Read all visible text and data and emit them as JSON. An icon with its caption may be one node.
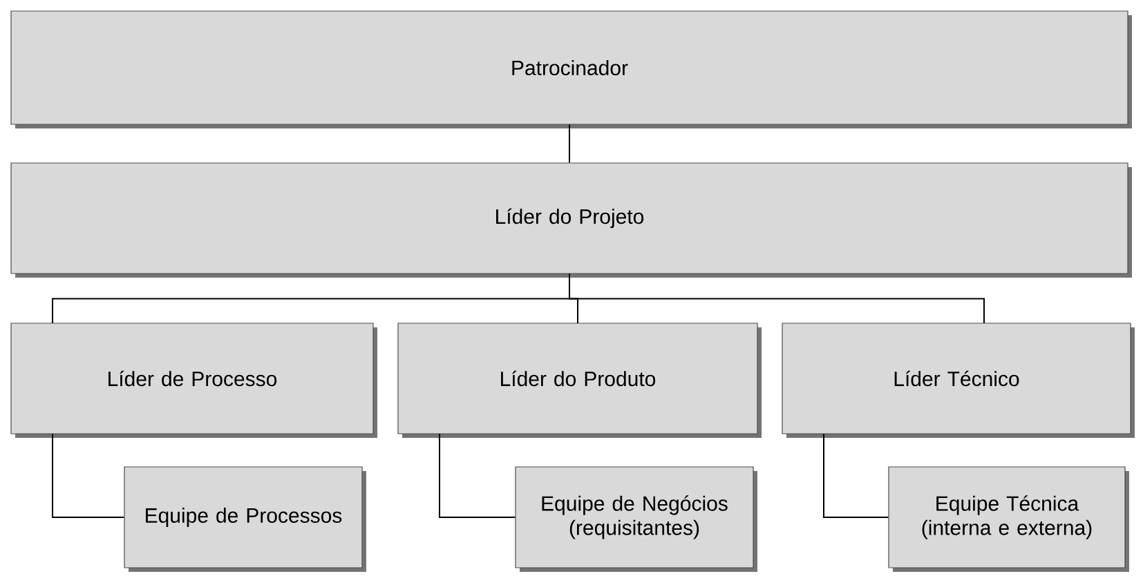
{
  "diagram": {
    "nodes": [
      {
        "text": [
          "Patrocinador"
        ]
      },
      {
        "text": [
          "Líder do Projeto"
        ]
      },
      {
        "text": [
          "Líder de Processo"
        ]
      },
      {
        "text": [
          "Líder do Produto"
        ]
      },
      {
        "text": [
          "Líder Técnico"
        ]
      },
      {
        "text": [
          "Equipe de Processos"
        ]
      },
      {
        "text": [
          "Equipe de Negócios (requisitantes)"
        ]
      },
      {
        "text": [
          "Equipe Técnica (interna e externa)"
        ]
      }
    ],
    "edges": [
      {
        "from": 0,
        "to": 1,
        "arrow": "none"
      },
      {
        "from": 1,
        "to": 2,
        "arrow": "none"
      },
      {
        "from": 1,
        "to": 3,
        "arrow": "none"
      },
      {
        "from": 1,
        "to": 4,
        "arrow": "none"
      },
      {
        "from": 2,
        "to": 5,
        "arrow": "none"
      },
      {
        "from": 3,
        "to": 6,
        "arrow": "none"
      },
      {
        "from": 4,
        "to": 7,
        "arrow": "none"
      }
    ]
  }
}
